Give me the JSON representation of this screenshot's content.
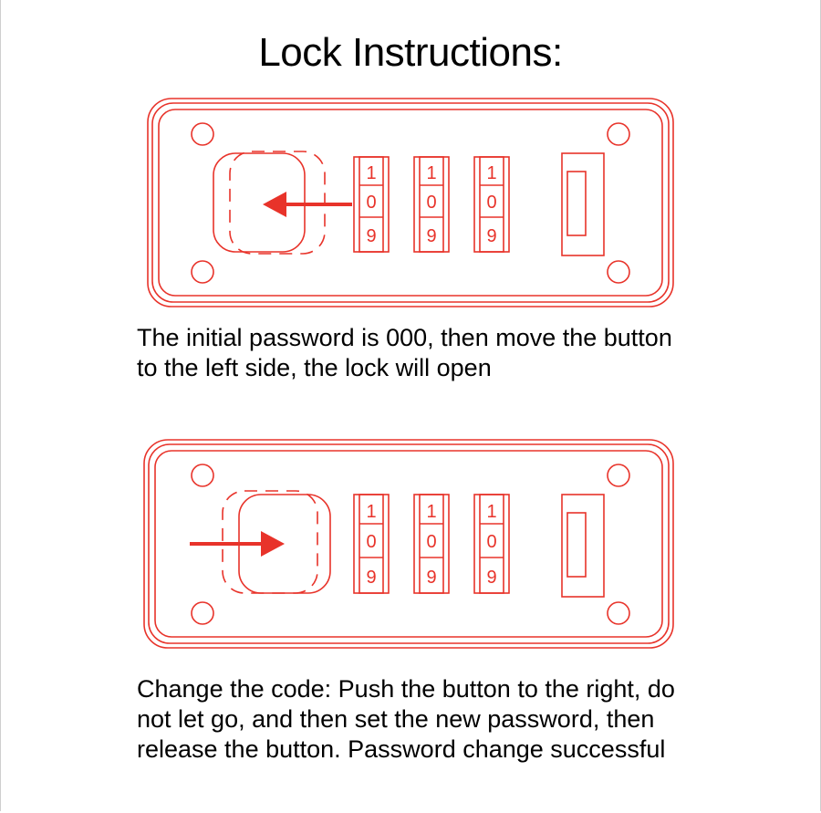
{
  "title": "Lock Instructions:",
  "colors": {
    "lock_line": "#e8332a",
    "arrow": "#e8332a",
    "text": "#000000"
  },
  "steps": [
    {
      "slider_direction": "left",
      "wheel_digits": [
        "1",
        "0",
        "9"
      ],
      "caption_lines": [
        "The initial password is 000, then move the button",
        "to the left side, the lock will open"
      ]
    },
    {
      "slider_direction": "right",
      "wheel_digits": [
        "1",
        "0",
        "9"
      ],
      "caption_lines": [
        "Change the code: Push the button to the right, do",
        "not let go, and then set the new password, then",
        "release the button. Password change successful"
      ]
    }
  ]
}
